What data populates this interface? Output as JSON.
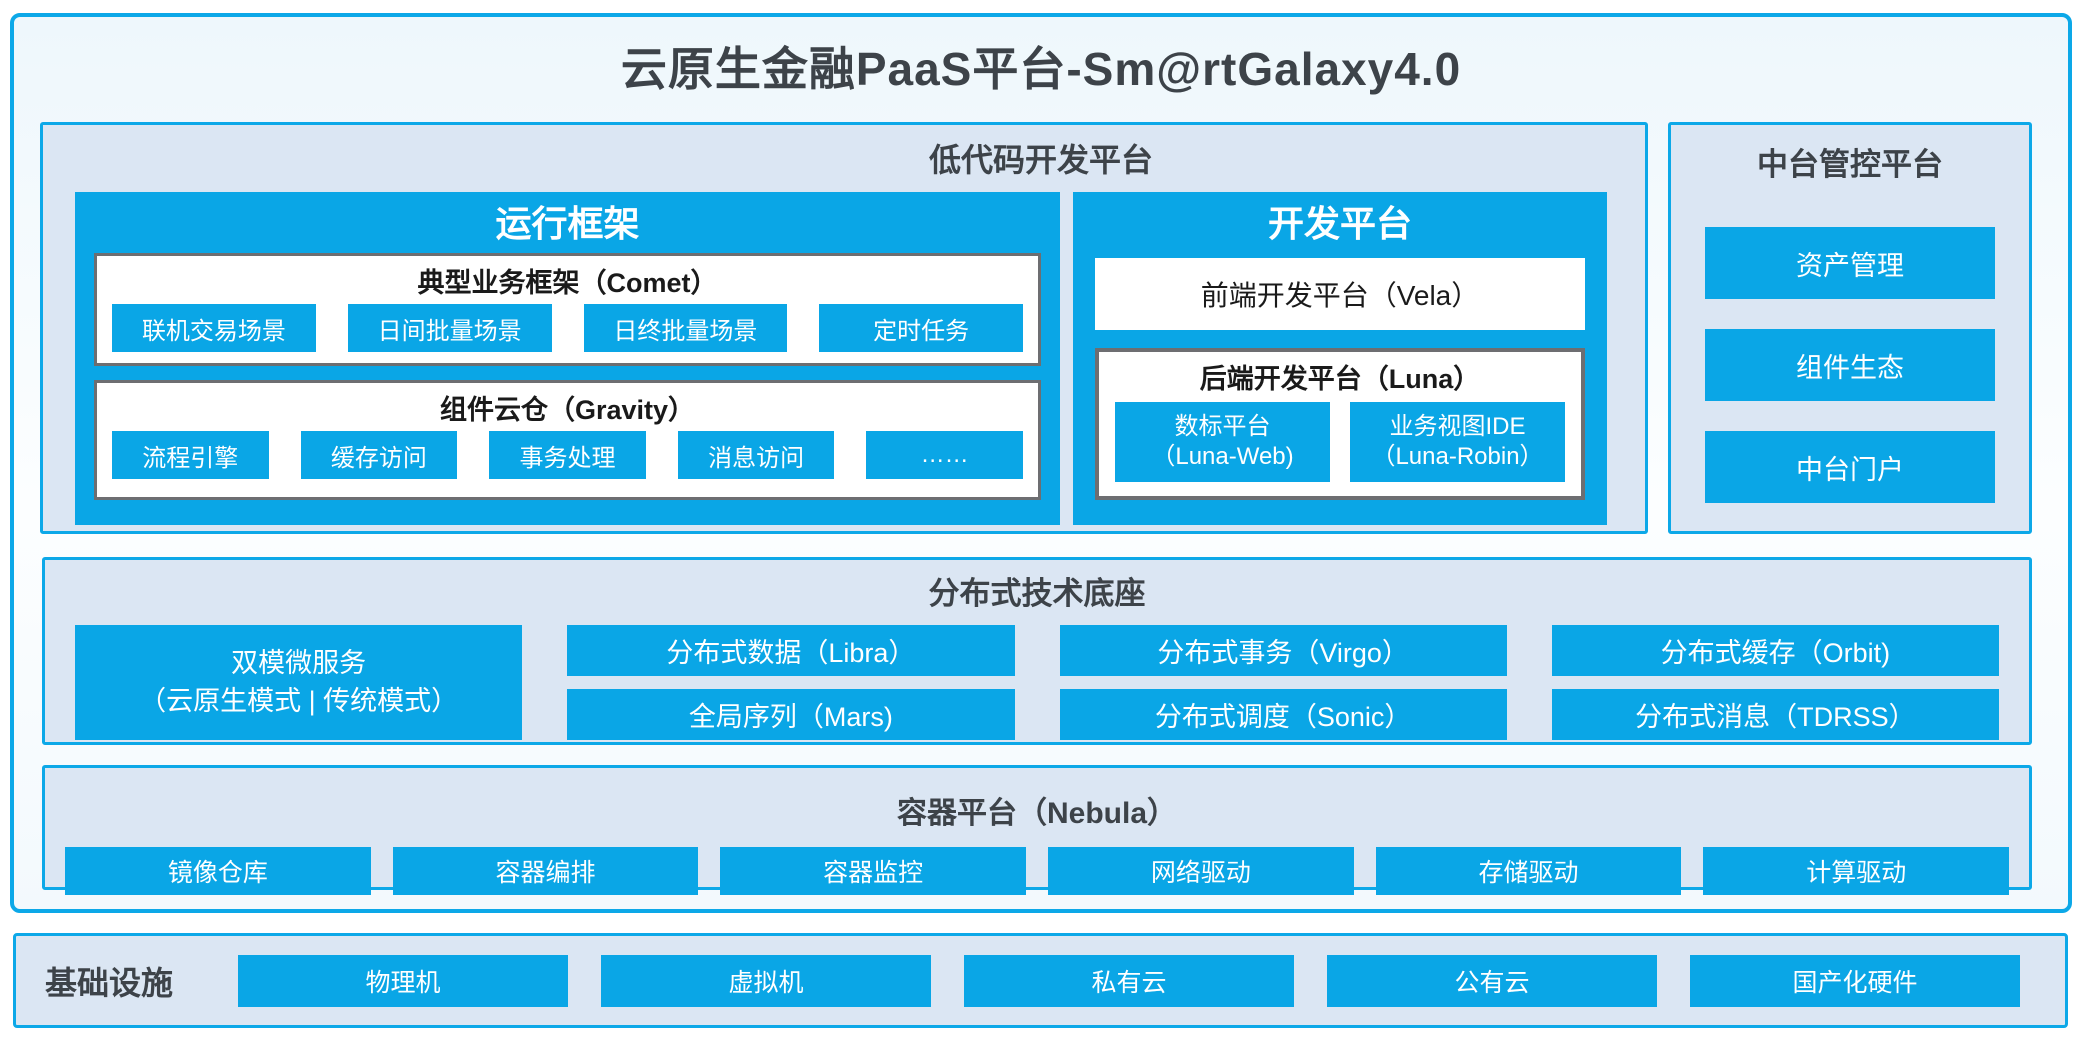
{
  "title": "云原生金融PaaS平台-Sm@rtGalaxy4.0",
  "colors": {
    "accent_cyan": "#0ca8e8",
    "box_blue": "#0aa6e6",
    "panel_bg": "#dbe6f3",
    "heading_ink": "#3d4349",
    "gray_box_border": "#6d6e71"
  },
  "low_code": {
    "header": "低代码开发平台",
    "runtime": {
      "title": "运行框架",
      "comet": {
        "title": "典型业务框架（Comet）",
        "items": [
          "联机交易场景",
          "日间批量场景",
          "日终批量场景",
          "定时任务"
        ]
      },
      "gravity": {
        "title": "组件云仓（Gravity）",
        "items": [
          "流程引擎",
          "缓存访问",
          "事务处理",
          "消息访问",
          "……"
        ]
      }
    },
    "dev": {
      "title": "开发平台",
      "vela": "前端开发平台（Vela）",
      "luna": {
        "title": "后端开发平台（Luna）",
        "items": [
          {
            "line1": "数标平台",
            "line2": "（Luna-Web)"
          },
          {
            "line1": "业务视图IDE",
            "line2": "（Luna-Robin）"
          }
        ]
      }
    }
  },
  "midplatform": {
    "header": "中台管控平台",
    "items": [
      "资产管理",
      "组件生态",
      "中台门户"
    ]
  },
  "distributed": {
    "header": "分布式技术底座",
    "dual_mode": {
      "line1": "双模微服务",
      "line2": "（云原生模式 | 传统模式）"
    },
    "columns": [
      [
        "分布式数据（Libra）",
        "全局序列（Mars)"
      ],
      [
        "分布式事务（Virgo）",
        "分布式调度（Sonic）"
      ],
      [
        "分布式缓存（Orbit)",
        "分布式消息（TDRSS）"
      ]
    ]
  },
  "container_platform": {
    "header": "容器平台（Nebula）",
    "items": [
      "镜像仓库",
      "容器编排",
      "容器监控",
      "网络驱动",
      "存储驱动",
      "计算驱动"
    ]
  },
  "infrastructure": {
    "header": "基础设施",
    "items": [
      "物理机",
      "虚拟机",
      "私有云",
      "公有云",
      "国产化硬件"
    ]
  }
}
